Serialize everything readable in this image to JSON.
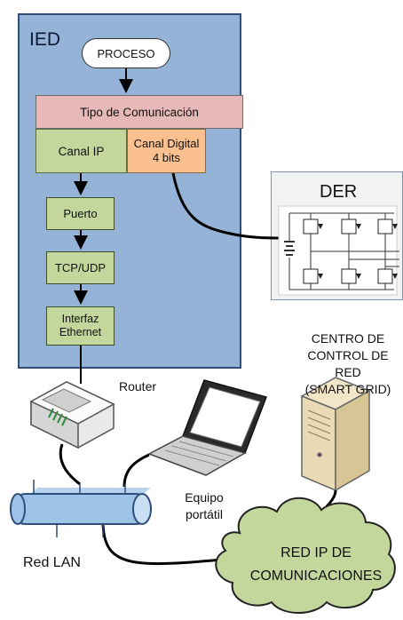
{
  "ied": {
    "title": "IED",
    "proceso": "PROCESO",
    "tipo_comunicacion": "Tipo de Comunicación",
    "canal_ip": "Canal IP",
    "canal_digital_line1": "Canal Digital",
    "canal_digital_line2": "4 bits",
    "puerto": "Puerto",
    "tcp_udp": "TCP/UDP",
    "interfaz_line1": "Interfaz",
    "interfaz_line2": "Ethernet"
  },
  "der": {
    "title": "DER"
  },
  "network": {
    "router": "Router",
    "centro_line1": "CENTRO DE",
    "centro_line2": "CONTROL DE RED",
    "centro_line3": "(SMART GRID)",
    "equipo_line1": "Equipo",
    "equipo_line2": "portátil",
    "red_lan": "Red LAN",
    "red_ip_line1": "RED IP DE",
    "red_ip_line2": "COMUNICACIONES"
  },
  "colors": {
    "ied_panel": "#95b3d7",
    "tipo_box": "#e6b8b7",
    "green_box": "#c3d69b",
    "orange_box": "#fac090",
    "cloud": "#c3d69b",
    "lan_bus": "#9dc3e6"
  },
  "icons": [
    "router-icon",
    "laptop-icon",
    "server-icon",
    "cloud-shape",
    "inverter-schematic"
  ]
}
